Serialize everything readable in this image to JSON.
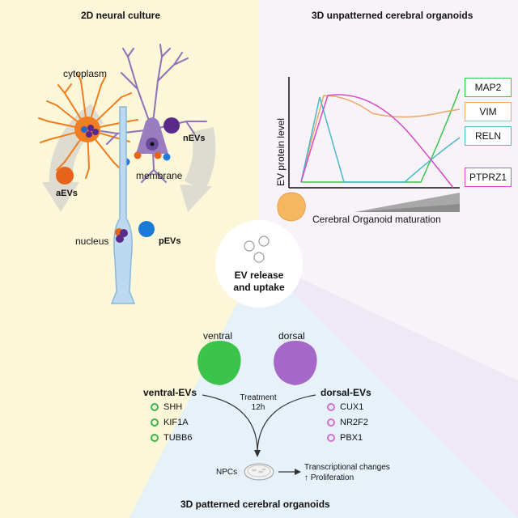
{
  "panels": {
    "neural_culture": {
      "title": "2D neural culture",
      "labels": {
        "cytoplasm": "cytoplasm",
        "nucleus": "nucleus",
        "membrane": "membrane",
        "aEVs": "aEVs",
        "nEVs": "nEVs",
        "pEVs": "pEVs"
      },
      "colors": {
        "astrocyte": "#f07d20",
        "aEVs": "#e8631a",
        "neuron": "#9070b8",
        "nEVs": "#5a2a8a",
        "pEVs": "#1a7ad8",
        "progenitor": "#a8cce8"
      }
    },
    "unpatterned": {
      "title": "3D unpatterned cerebral organoids",
      "chart_labels": {
        "ylabel": "EV protein level",
        "xlabel": "Cerebral Organoid maturation"
      },
      "markers": [
        {
          "name": "MAP2",
          "color": "#3cc44a"
        },
        {
          "name": "VIM",
          "color": "#f0a868"
        },
        {
          "name": "RELN",
          "color": "#4ab8c8"
        },
        {
          "name": "PTPRZ1",
          "color": "#d84ac8"
        }
      ]
    },
    "center": {
      "label_line1": "EV release",
      "label_line2": "and uptake"
    },
    "patterned": {
      "title": "3D patterned cerebral organoids",
      "ventral_label": "ventral",
      "dorsal_label": "dorsal",
      "ventral_evs": {
        "title": "ventral-EVs",
        "color": "#3cb44a",
        "items": [
          "SHH",
          "KIF1A",
          "TUBB6"
        ]
      },
      "dorsal_evs": {
        "title": "dorsal-EVs",
        "color": "#d070d0",
        "items": [
          "CUX1",
          "NR2F2",
          "PBX1"
        ]
      },
      "treatment_line1": "Treatment",
      "treatment_line2": "12h",
      "npcs": "NPCs",
      "outcome_line1": "Transcriptional changes",
      "outcome_line2": "Proliferation"
    }
  }
}
